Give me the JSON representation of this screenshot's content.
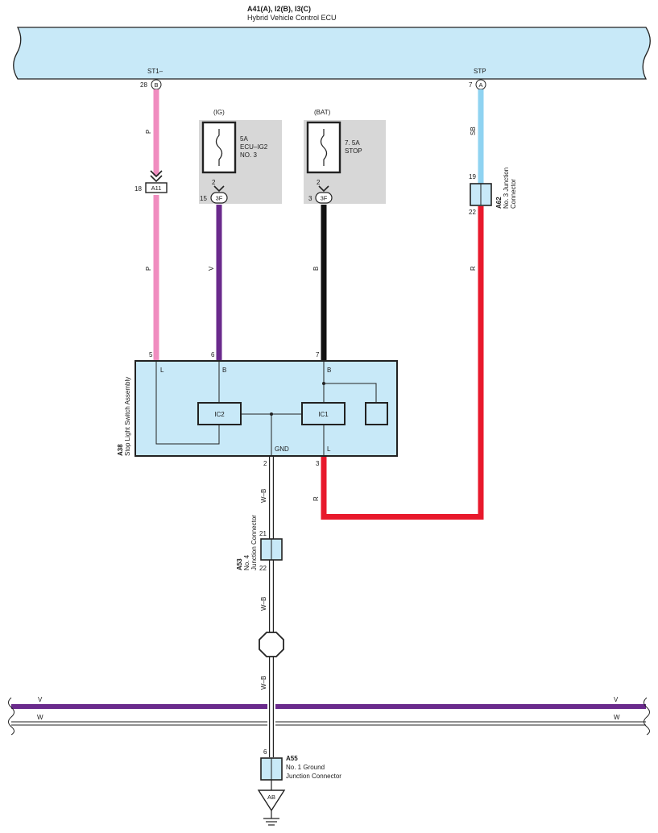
{
  "ecu": {
    "code": "A41(A), I2(B), I3(C)",
    "name": "Hybrid Vehicle Control ECU",
    "fill": "#c8e9f8",
    "pins": {
      "st1": {
        "label": "ST1–",
        "pin": "28",
        "conn": "B"
      },
      "stp": {
        "label": "STP",
        "pin": "7",
        "conn": "A"
      }
    }
  },
  "wires": {
    "st1_upper": "P",
    "st1_lower": "P",
    "ig": "V",
    "bat": "B",
    "stp_upper": "SB",
    "stp_lower": "R",
    "sw_out": "R",
    "gnd_1": "W–B",
    "gnd_2": "W–B",
    "gnd_3": "W–B"
  },
  "colors": {
    "pink": "#f08cbf",
    "violet": "#6a2a8c",
    "black": "#111111",
    "sky_blue": "#8fd3f1",
    "red": "#e8192c",
    "fuse_box": "#d7d7d7",
    "component_fill": "#c8e9f8"
  },
  "connector_a11": {
    "pin": "18",
    "label": "A11"
  },
  "fuse_ig": {
    "source": "(IG)",
    "amps": "5A",
    "name": "ECU–IG2",
    "extra": "NO. 3",
    "pin_top": "2",
    "pin_bottom": "15",
    "conn": "3F"
  },
  "fuse_bat": {
    "source": "(BAT)",
    "amps": "7. 5A",
    "name": "STOP",
    "pin_top": "2",
    "pin_bottom": "3",
    "conn": "3F"
  },
  "junction_a62": {
    "code": "A62",
    "line1": "No. 3 Junction",
    "line2": "Connector",
    "pin_top": "19",
    "pin_bottom": "22"
  },
  "switch": {
    "code": "A38",
    "name": "Stop Light Switch Assembly",
    "pins": {
      "p5": "5",
      "p6": "6",
      "p7": "7",
      "p2": "2",
      "p3": "3"
    },
    "terms": {
      "l_top": "L",
      "b_mid": "B",
      "b_right": "B",
      "gnd": "GND",
      "l_bottom": "L"
    },
    "ic2": "IC2",
    "ic1": "IC1"
  },
  "junction_a53": {
    "code": "A53",
    "line1": "No. 4",
    "line2": "Junction Connector",
    "pin_top": "21",
    "pin_bottom": "22"
  },
  "bus": {
    "v_left": "V",
    "v_right": "V",
    "w_left": "W",
    "w_right": "W"
  },
  "junction_a55": {
    "code": "A55",
    "line1": "No. 1 Ground",
    "line2": "Junction Connector",
    "pin": "6"
  },
  "ground": {
    "label": "AB"
  }
}
